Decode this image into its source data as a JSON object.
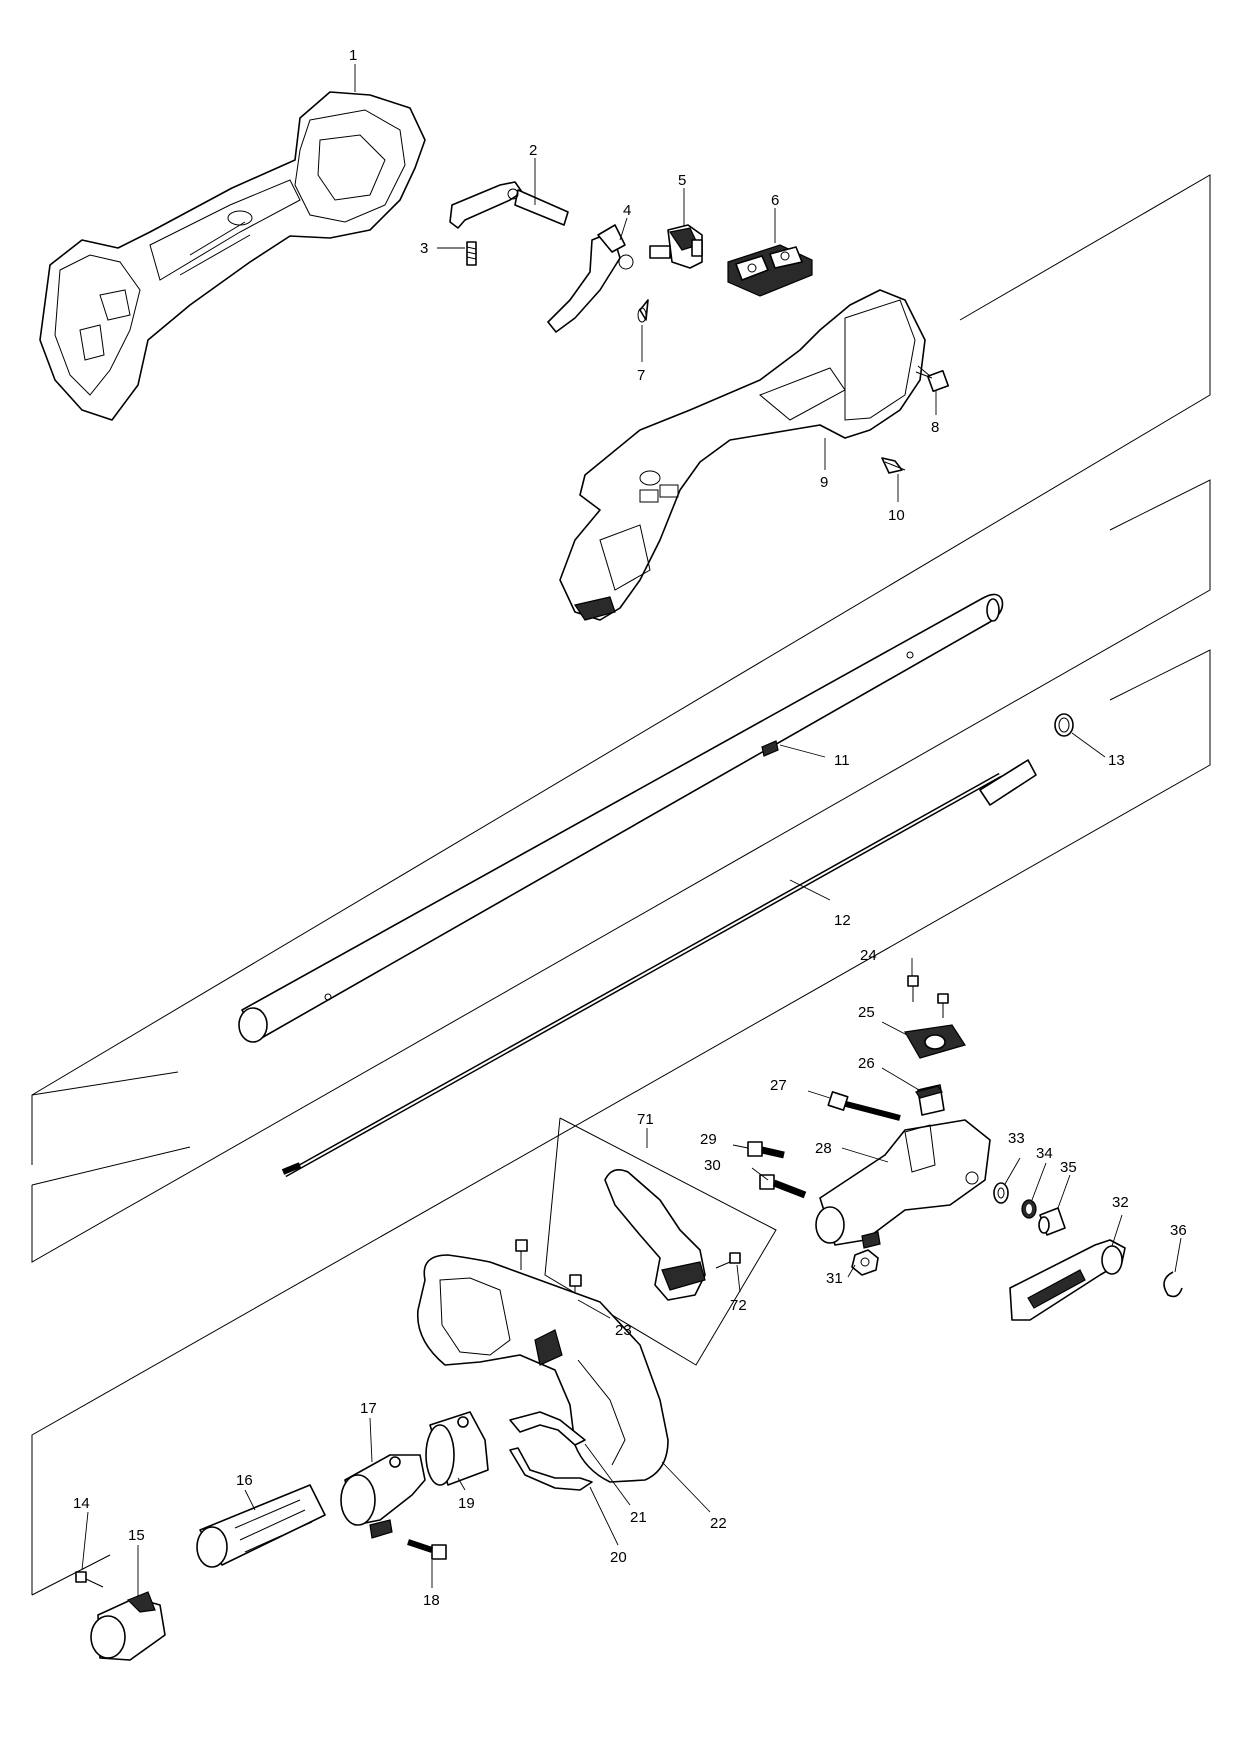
{
  "callouts": [
    {
      "id": "c1",
      "text": "1"
    },
    {
      "id": "c2",
      "text": "2"
    },
    {
      "id": "c3",
      "text": "3"
    },
    {
      "id": "c4",
      "text": "4"
    },
    {
      "id": "c5",
      "text": "5"
    },
    {
      "id": "c6",
      "text": "6"
    },
    {
      "id": "c7",
      "text": "7"
    },
    {
      "id": "c8",
      "text": "8"
    },
    {
      "id": "c9",
      "text": "9"
    },
    {
      "id": "c10",
      "text": "10"
    },
    {
      "id": "c11",
      "text": "11"
    },
    {
      "id": "c12",
      "text": "12"
    },
    {
      "id": "c13",
      "text": "13"
    },
    {
      "id": "c14",
      "text": "14"
    },
    {
      "id": "c15",
      "text": "15"
    },
    {
      "id": "c16",
      "text": "16"
    },
    {
      "id": "c17",
      "text": "17"
    },
    {
      "id": "c18",
      "text": "18"
    },
    {
      "id": "c19",
      "text": "19"
    },
    {
      "id": "c20",
      "text": "20"
    },
    {
      "id": "c21",
      "text": "21"
    },
    {
      "id": "c22",
      "text": "22"
    },
    {
      "id": "c23",
      "text": "23"
    },
    {
      "id": "c24",
      "text": "24"
    },
    {
      "id": "c25",
      "text": "25"
    },
    {
      "id": "c26",
      "text": "26"
    },
    {
      "id": "c27",
      "text": "27"
    },
    {
      "id": "c28",
      "text": "28"
    },
    {
      "id": "c29",
      "text": "29"
    },
    {
      "id": "c30",
      "text": "30"
    },
    {
      "id": "c31",
      "text": "31"
    },
    {
      "id": "c32",
      "text": "32"
    },
    {
      "id": "c33",
      "text": "33"
    },
    {
      "id": "c34",
      "text": "34"
    },
    {
      "id": "c35",
      "text": "35"
    },
    {
      "id": "c36",
      "text": "36"
    },
    {
      "id": "c71",
      "text": "71"
    },
    {
      "id": "c72",
      "text": "72"
    }
  ]
}
